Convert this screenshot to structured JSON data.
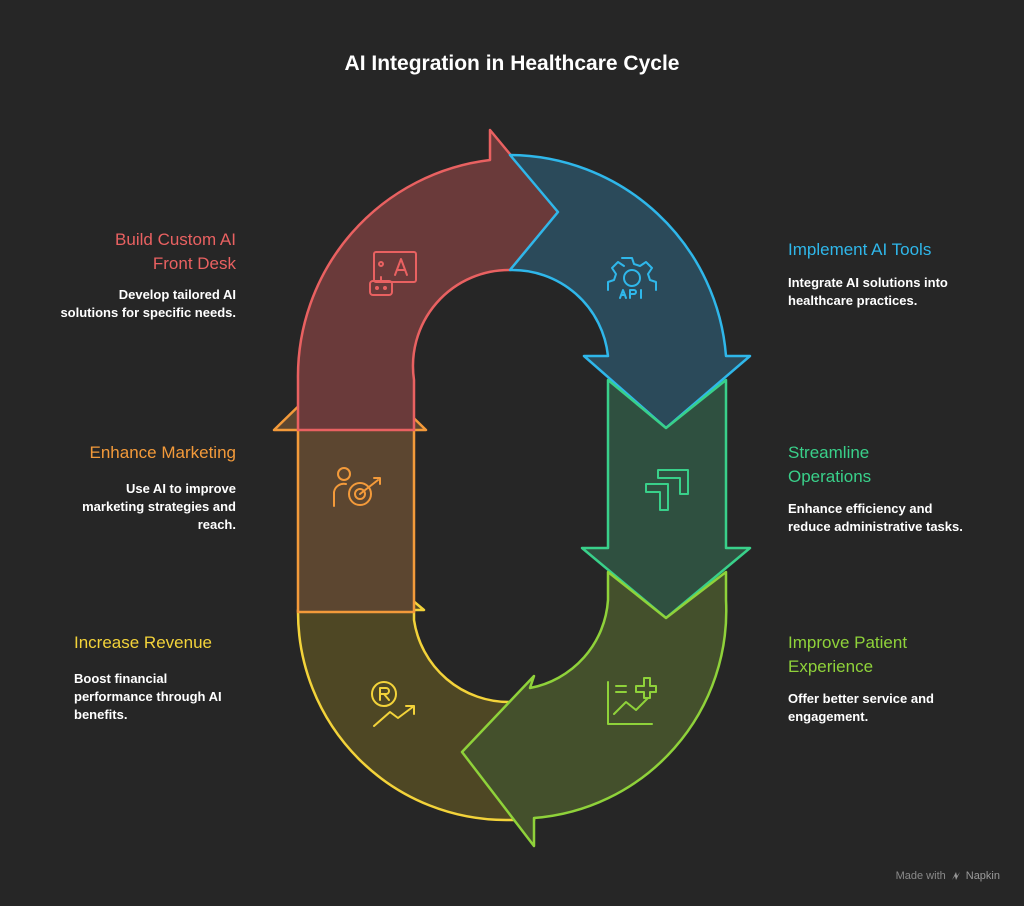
{
  "title": "AI Integration in Healthcare Cycle",
  "colors": {
    "red": "#e96161",
    "blue": "#2fb7ea",
    "green": "#39d08a",
    "lime": "#8fd23a",
    "yellow": "#f3d33a",
    "orange": "#f39a3a",
    "background": "#262626"
  },
  "steps": [
    {
      "title": "Build Custom AI Front Desk",
      "title_lines": [
        "Build Custom AI",
        "Front Desk"
      ],
      "desc_lines": [
        "Develop tailored AI",
        "solutions for specific needs."
      ],
      "icon": "robot-ai-icon",
      "color": "#e96161"
    },
    {
      "title": "Implement AI Tools",
      "title_lines": [
        "Implement AI Tools"
      ],
      "desc_lines": [
        "Integrate AI solutions into",
        "healthcare practices."
      ],
      "icon": "api-gear-icon",
      "color": "#2fb7ea"
    },
    {
      "title": "Streamline Operations",
      "title_lines": [
        "Streamline",
        "Operations"
      ],
      "desc_lines": [
        "Enhance efficiency and",
        "reduce administrative tasks."
      ],
      "icon": "process-flow-icon",
      "color": "#39d08a"
    },
    {
      "title": "Improve Patient Experience",
      "title_lines": [
        "Improve Patient",
        "Experience"
      ],
      "desc_lines": [
        "Offer better service and",
        "engagement."
      ],
      "icon": "health-chart-icon",
      "color": "#8fd23a"
    },
    {
      "title": "Increase Revenue",
      "title_lines": [
        "Increase Revenue"
      ],
      "desc_lines": [
        "Boost financial",
        "performance through AI",
        "benefits."
      ],
      "icon": "revenue-growth-icon",
      "color": "#f3d33a"
    },
    {
      "title": "Enhance Marketing",
      "title_lines": [
        "Enhance Marketing"
      ],
      "desc_lines": [
        "Use AI to improve",
        "marketing strategies and",
        "reach."
      ],
      "icon": "target-person-icon",
      "color": "#f39a3a"
    }
  ],
  "footer": {
    "made_with": "Made with",
    "brand": "Napkin"
  }
}
